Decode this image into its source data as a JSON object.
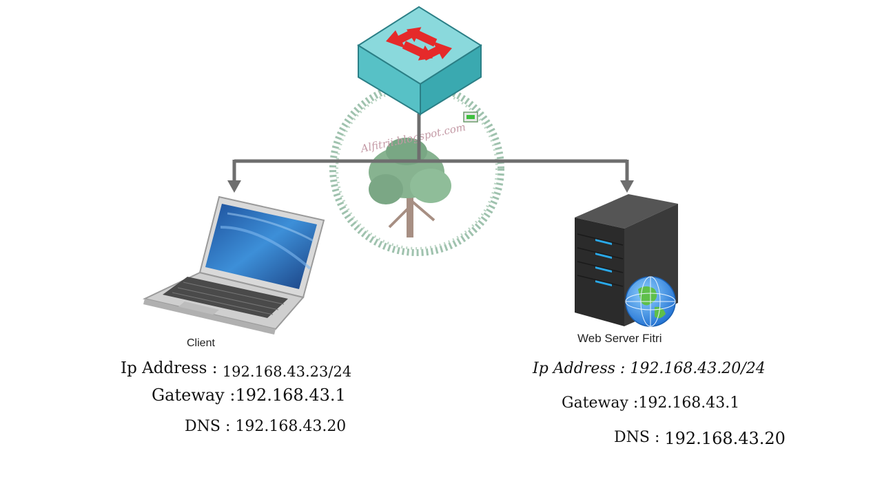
{
  "watermark": {
    "text": "Alfitrii.blogspot.com"
  },
  "nodes": {
    "switch": {
      "icon": "network-switch-icon"
    },
    "client": {
      "label": "Client",
      "icon": "laptop-icon"
    },
    "server": {
      "label": "Web Server Fitri",
      "icon": "server-globe-icon"
    }
  },
  "client_info": {
    "ip_label": "Ip Address : ",
    "ip_value": "192.168.43.23/24",
    "gateway": "Gateway :192.168.43.1",
    "dns": "DNS : 192.168.43.20"
  },
  "server_info": {
    "ip": "Ip Address : 192.168.43.20/24",
    "gateway": "Gateway :192.168.43.1",
    "dns_label": "DNS : ",
    "dns_value": "192.168.43.20"
  },
  "colors": {
    "link_line": "#6e6e6e",
    "switch_top": "#7fd3d6",
    "switch_side": "#4bb7bc",
    "arrow_red": "#e02020",
    "laptop_screen": "#2f78c8",
    "server_body": "#2b2b2b",
    "server_led": "#2aa8e8"
  }
}
